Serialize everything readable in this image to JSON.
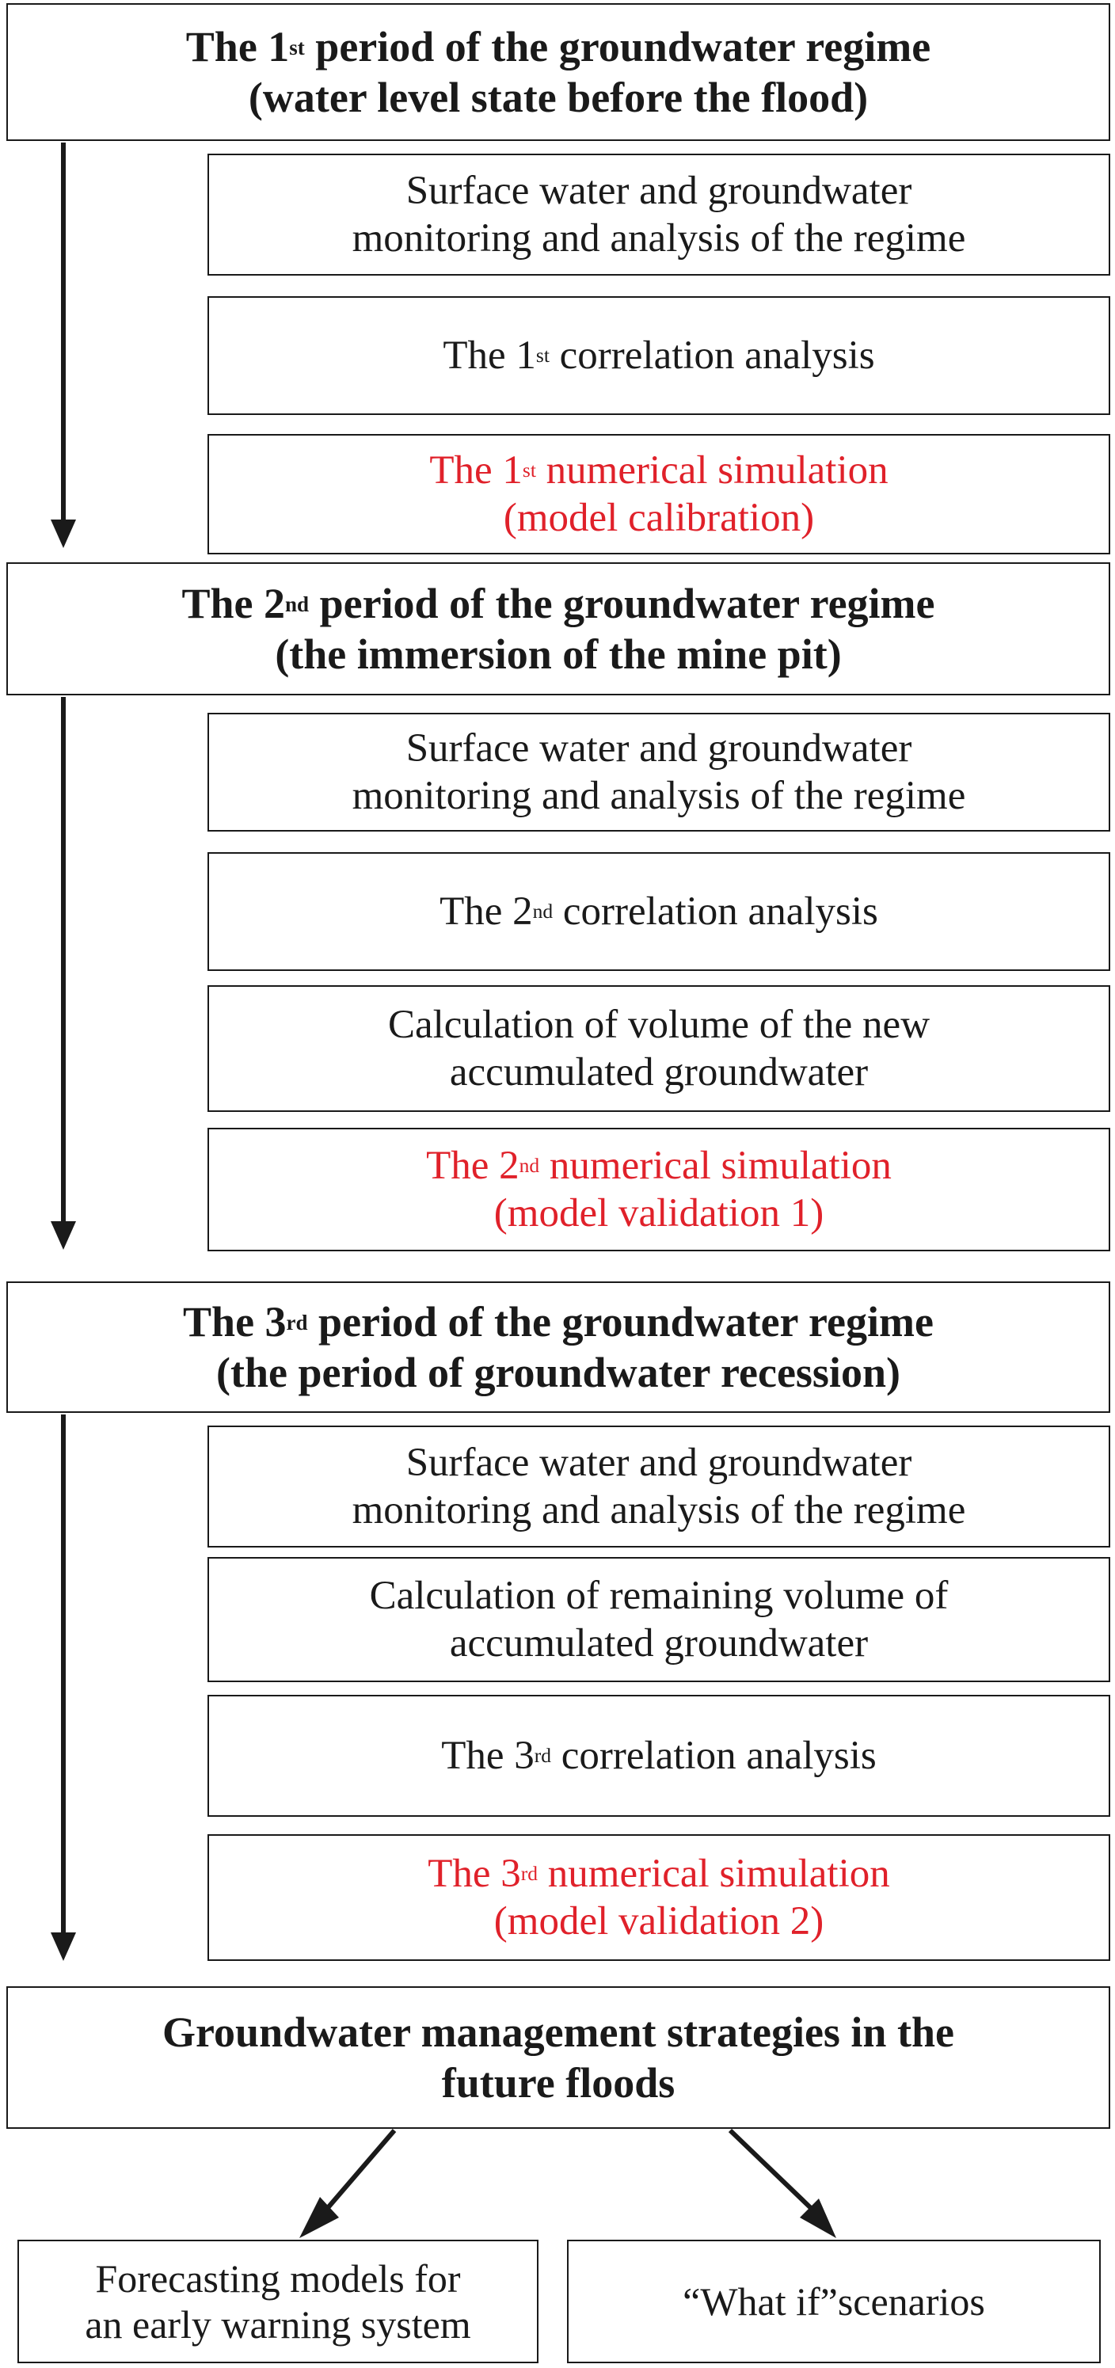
{
  "periods": [
    {
      "title": {
        "pre": "The 1",
        "sup": "st",
        "post": " period of the groundwater regime"
      },
      "subtitle": "(water level state before the flood)",
      "steps": [
        {
          "line1": "Surface water and groundwater",
          "line2": "monitoring and analysis of the regime"
        },
        {
          "pre": "The 1",
          "sup": "st",
          "post": " correlation analysis"
        },
        {
          "pre": "The 1",
          "sup": "st",
          "post": " numerical simulation",
          "line2": "(model calibration)",
          "highlight": true
        }
      ]
    },
    {
      "title": {
        "pre": "The 2",
        "sup": "nd",
        "post": " period of the groundwater regime"
      },
      "subtitle": "(the immersion of the mine pit)",
      "steps": [
        {
          "line1": "Surface water and groundwater",
          "line2": "monitoring and analysis of the regime"
        },
        {
          "pre": "The 2",
          "sup": "nd",
          "post": " correlation analysis"
        },
        {
          "line1": "Calculation of volume of the new",
          "line2": "accumulated groundwater"
        },
        {
          "pre": "The 2",
          "sup": "nd",
          "post": " numerical simulation",
          "line2": "(model validation 1)",
          "highlight": true
        }
      ]
    },
    {
      "title": {
        "pre": "The 3",
        "sup": "rd",
        "post": " period of the groundwater regime"
      },
      "subtitle": "(the period of groundwater recession)",
      "steps": [
        {
          "line1": "Surface water and groundwater",
          "line2": "monitoring and analysis of the regime"
        },
        {
          "line1": "Calculation of remaining volume of",
          "line2": "accumulated groundwater"
        },
        {
          "pre": "The 3",
          "sup": "rd",
          "post": " correlation analysis"
        },
        {
          "pre": "The 3",
          "sup": "rd",
          "post": " numerical simulation",
          "line2": "(model validation 2)",
          "highlight": true
        }
      ]
    }
  ],
  "management": {
    "line1": "Groundwater management strategies in the",
    "line2": "future floods"
  },
  "outputs": [
    {
      "line1": "Forecasting models for",
      "line2": "an early warning system"
    },
    {
      "line1": "“What if”scenarios"
    }
  ],
  "colors": {
    "text": "#1a1a1a",
    "highlight": "#e0212a",
    "border": "#1a1a1a"
  }
}
